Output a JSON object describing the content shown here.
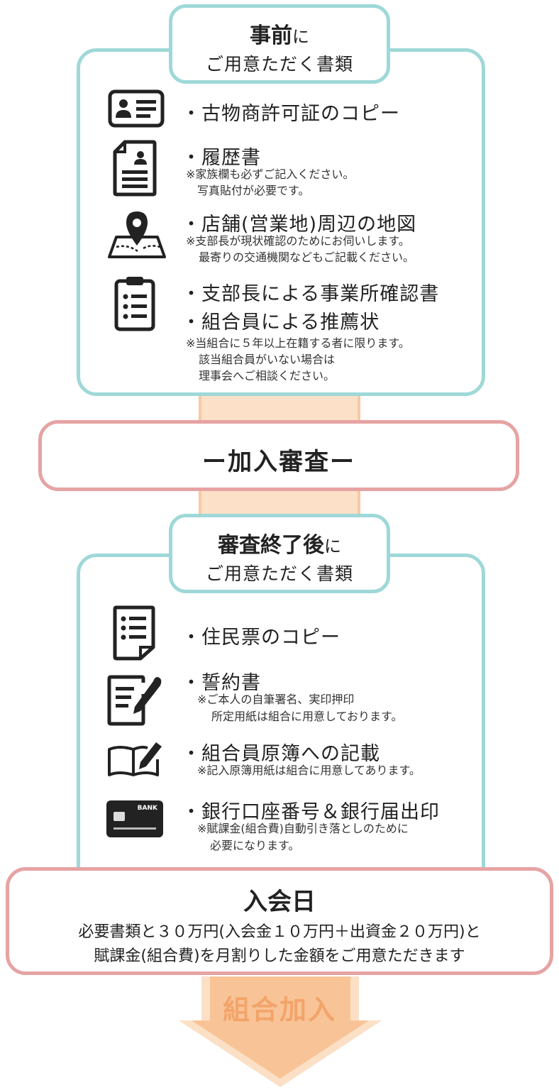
{
  "section1": {
    "title_strong": "事前",
    "title_suffix": "に",
    "title_line2": "ご用意ただく書類",
    "items": [
      {
        "main": "・古物商許可証のコピー",
        "notes": []
      },
      {
        "main": "・履歴書",
        "notes": [
          "※家族欄も必ずご記入ください。",
          "写真貼付が必要です。"
        ]
      },
      {
        "main": "・店舗(営業地)周辺の地図",
        "notes": [
          "※支部長が現状確認のためにお伺いします。",
          "最寄りの交通機関などもご記載ください。"
        ]
      },
      {
        "main": "・支部長による事業所確認書",
        "notes": []
      },
      {
        "main": "・組合員による推薦状",
        "notes": [
          "※当組合に５年以上在籍する者に限ります。",
          "該当組合員がいない場合は",
          "理事会へご相談ください。"
        ]
      }
    ]
  },
  "review": {
    "label": "ー加入審査ー"
  },
  "section2": {
    "title_strong": "審査終了後",
    "title_suffix": "に",
    "title_line2": "ご用意ただく書類",
    "items": [
      {
        "main": "・住民票のコピー",
        "notes": []
      },
      {
        "main": "・誓約書",
        "notes": [
          "※ご本人の自筆署名、実印押印",
          "所定用紙は組合に用意しております。"
        ]
      },
      {
        "main": "・組合員原簿への記載",
        "notes": [
          "※記入原簿用紙は組合に用意してあります。"
        ]
      },
      {
        "main": "・銀行口座番号＆銀行届出印",
        "notes": [
          "※賦課金(組合費)自動引き落としのために",
          "必要になります。"
        ]
      }
    ],
    "card_label": "BANK"
  },
  "join_day": {
    "title": "入会日",
    "line1": "必要書類と３０万円(入会金１０万円＋出資金２０万円)と",
    "line2": "賦課金(組合費)を月割りした金額をご用意ただきます"
  },
  "arrow": {
    "label": "組合加入"
  },
  "colors": {
    "teal": "#9fd8d8",
    "pink": "#e6a3a3",
    "band": "#fde0c8",
    "arrow": "#f8b98a",
    "arrow_text": "#f3a46a"
  }
}
